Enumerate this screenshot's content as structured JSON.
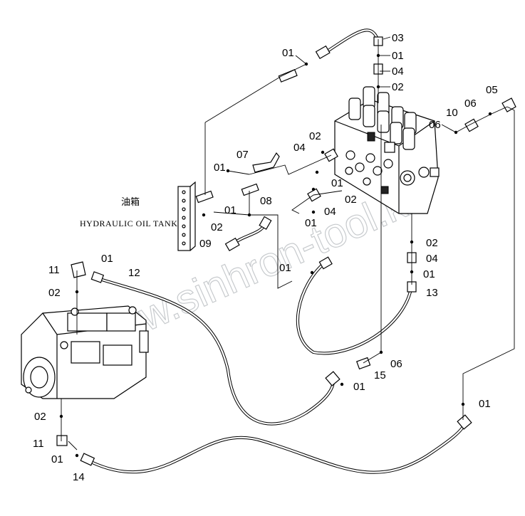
{
  "tank": {
    "name_cn": "油箱",
    "name_en": "HYDRAULIC OIL TANK"
  },
  "watermark": "www.sinhron-tool.kz",
  "part_labels": {
    "l01_top": "01",
    "l03": "03",
    "l01_topright": "01",
    "l04_topright": "04",
    "l02_topright": "02",
    "l05": "05",
    "l06_top": "06",
    "l10": "10",
    "l06_valve": "06",
    "l02_valve": "02",
    "l04_valve": "04",
    "l07": "07",
    "l01_mid": "01",
    "l08": "08",
    "l01_tank": "01",
    "l02_tank": "02",
    "l09": "09",
    "l01_valve_a": "01",
    "l02_valve_b": "02",
    "l04_valve_b": "04",
    "l01_valve_c": "01",
    "l02_right": "02",
    "l04_right": "04",
    "l01_right": "01",
    "l13": "13",
    "l01_hose": "01",
    "l11_top": "11",
    "l01_pump": "01",
    "l12": "12",
    "l02_pump": "02",
    "l06_bottom": "06",
    "l15": "15",
    "l01_bottom": "01",
    "l01_farright": "01",
    "l02_pumpbottom": "02",
    "l11_bottom": "11",
    "l01_pumpbottom": "01",
    "l14": "14"
  }
}
